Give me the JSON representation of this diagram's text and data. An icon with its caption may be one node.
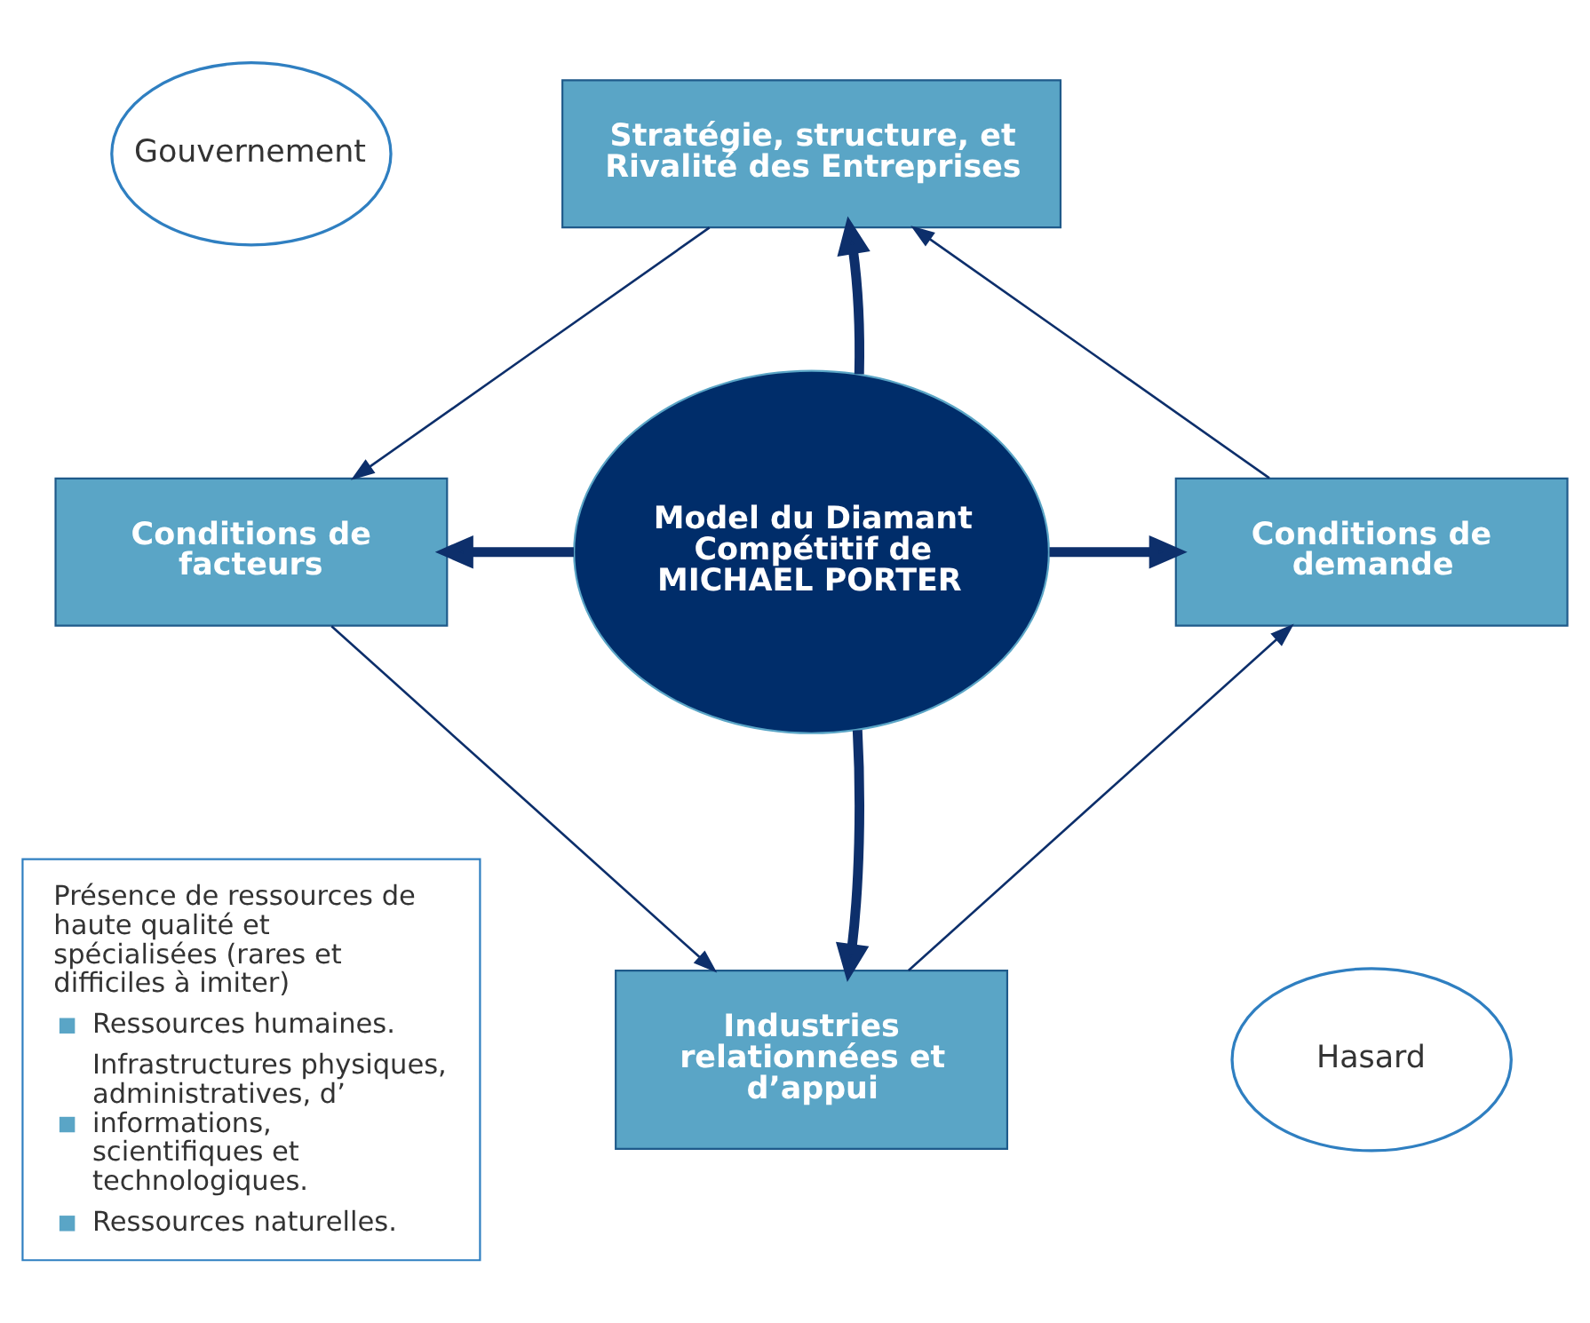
{
  "diagram": {
    "nodes": [
      {
        "text": [
          "Gouvernement"
        ]
      },
      {
        "text": [
          "Stratégie, structure, et Rivalité des Entreprises"
        ]
      },
      {
        "text": [
          "Conditions de facteurs"
        ]
      },
      {
        "text": [
          "Model du Diamant Compétitif de MICHAEL PORTER"
        ]
      },
      {
        "text": [
          "Conditions de demande"
        ]
      },
      {
        "text": [
          "Hasard"
        ]
      },
      {
        "text": [
          "Industries relationnées et d’appui"
        ]
      },
      {
        "text": [
          "Présence de ressources de haute qualité et spécialisées (rares et difficiles à imiter)",
          "Ressources humaines.",
          "Infrastructures physiques, administratives, d’ informations, scientifiques et technologiques.",
          "Ressources naturelles."
        ]
      }
    ],
    "edges": [
      {
        "from": 3,
        "to": 1,
        "arrow": "to",
        "style": "thick"
      },
      {
        "from": 3,
        "to": 2,
        "arrow": "to",
        "style": "thick"
      },
      {
        "from": 3,
        "to": 4,
        "arrow": "to",
        "style": "thick"
      },
      {
        "from": 3,
        "to": 6,
        "arrow": "to",
        "style": "thick"
      },
      {
        "from": 1,
        "to": 2,
        "arrow": "to"
      },
      {
        "from": 4,
        "to": 1,
        "arrow": "to"
      },
      {
        "from": 2,
        "to": 6,
        "arrow": "to"
      },
      {
        "from": 6,
        "to": 4,
        "arrow": "to"
      }
    ]
  }
}
